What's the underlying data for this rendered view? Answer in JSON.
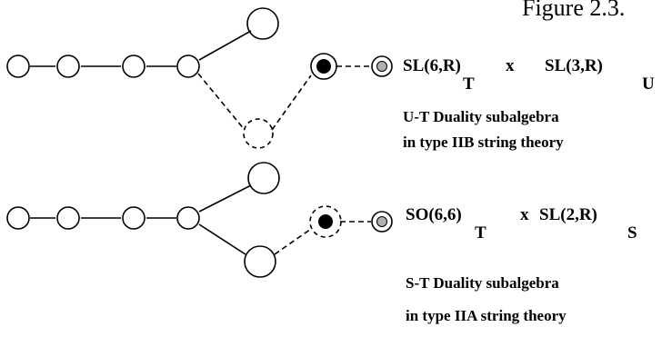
{
  "figure_label": "Figure 2.3.",
  "diagram_top": {
    "group_left": "SL(6,R)",
    "sub_left": "T",
    "times": "x",
    "group_right": "SL(3,R)",
    "sub_right": "U",
    "caption_line1": "U-T Duality subalgebra",
    "caption_line2": "in type IIB string theory"
  },
  "diagram_bottom": {
    "group_left": "SO(6,6)",
    "sub_left": "T",
    "times": "x",
    "group_right": "SL(2,R)",
    "sub_right": "S",
    "caption_line1": "S-T Duality subalgebra",
    "caption_line2": "in type IIA string theory"
  },
  "colors": {
    "stroke": "#000000",
    "filled_node": "#000000",
    "grey_node": "#b0b0b0",
    "background": "#ffffff"
  }
}
